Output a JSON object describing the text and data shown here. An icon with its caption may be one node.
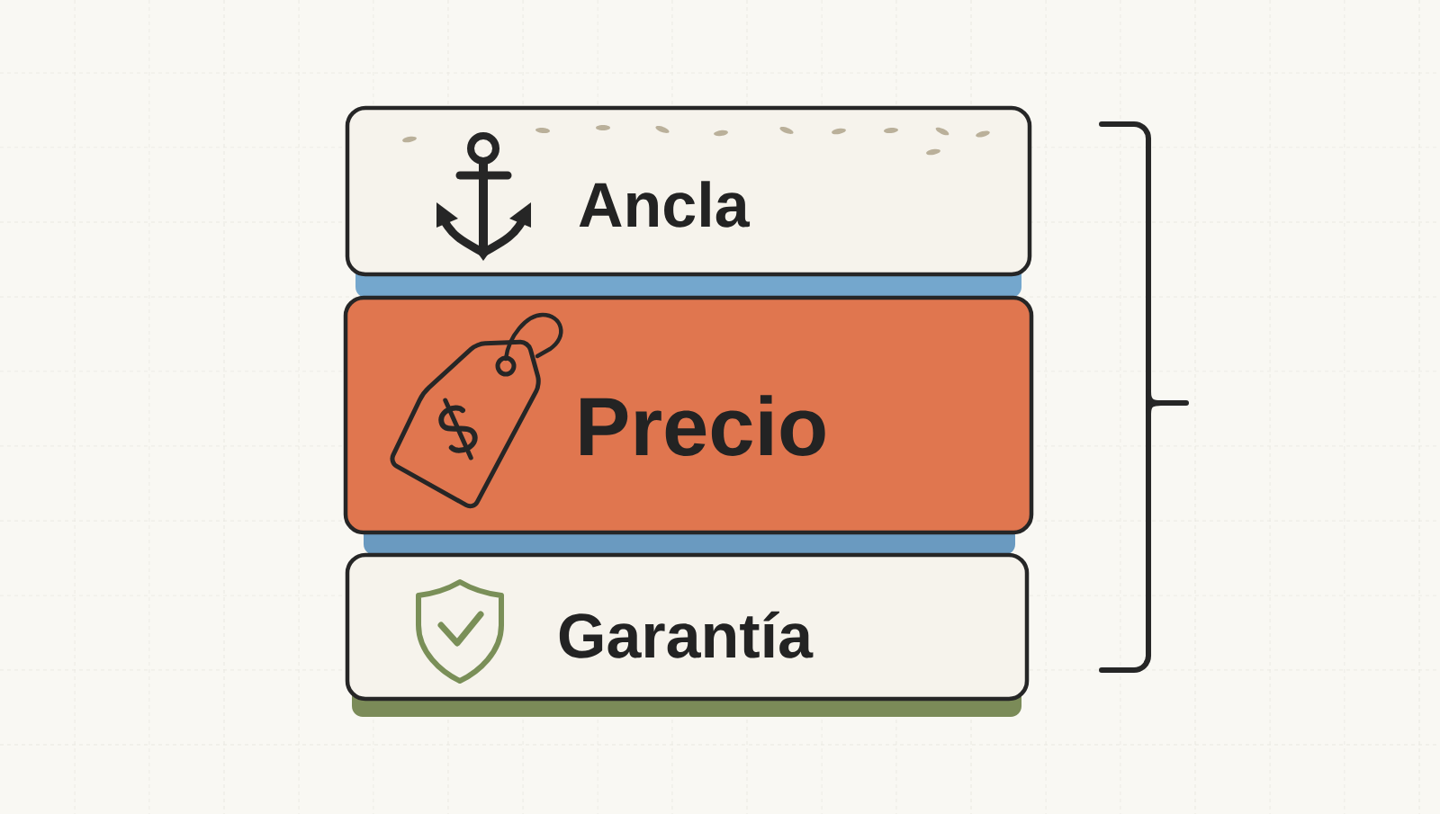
{
  "diagram": {
    "nodes": [
      {
        "text": [
          "Ancla"
        ]
      },
      {
        "text": [
          "Precio"
        ]
      },
      {
        "text": [
          "Garantía"
        ]
      }
    ]
  }
}
